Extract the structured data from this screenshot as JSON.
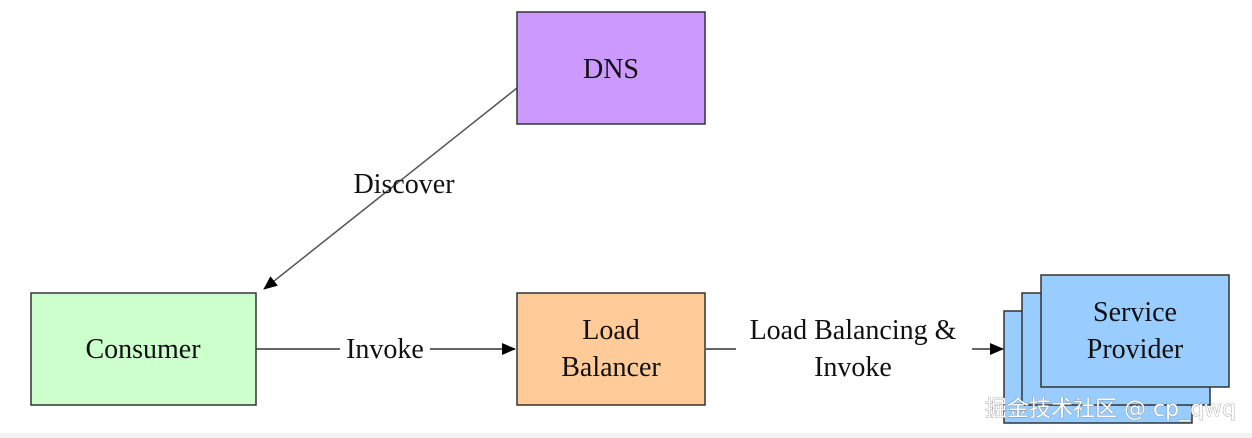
{
  "nodes": {
    "dns": {
      "label": "DNS",
      "fill": "#cc99ff"
    },
    "consumer": {
      "label": "Consumer",
      "fill": "#ccffcc"
    },
    "load_balancer": {
      "lines": [
        "Load",
        "Balancer"
      ],
      "fill": "#ffcc99"
    },
    "service_provider": {
      "lines": [
        "Service",
        "Provider"
      ],
      "fill": "#99ccff"
    }
  },
  "edges": {
    "discover": {
      "label": "Discover"
    },
    "invoke": {
      "label": "Invoke"
    },
    "load_balancing_invoke": {
      "lines": [
        "Load Balancing &",
        "Invoke"
      ]
    }
  },
  "watermark": {
    "text": "掘金技术社区 @ cp_qwq"
  },
  "colors": {
    "stroke": "#333333",
    "edge": "#555555"
  }
}
